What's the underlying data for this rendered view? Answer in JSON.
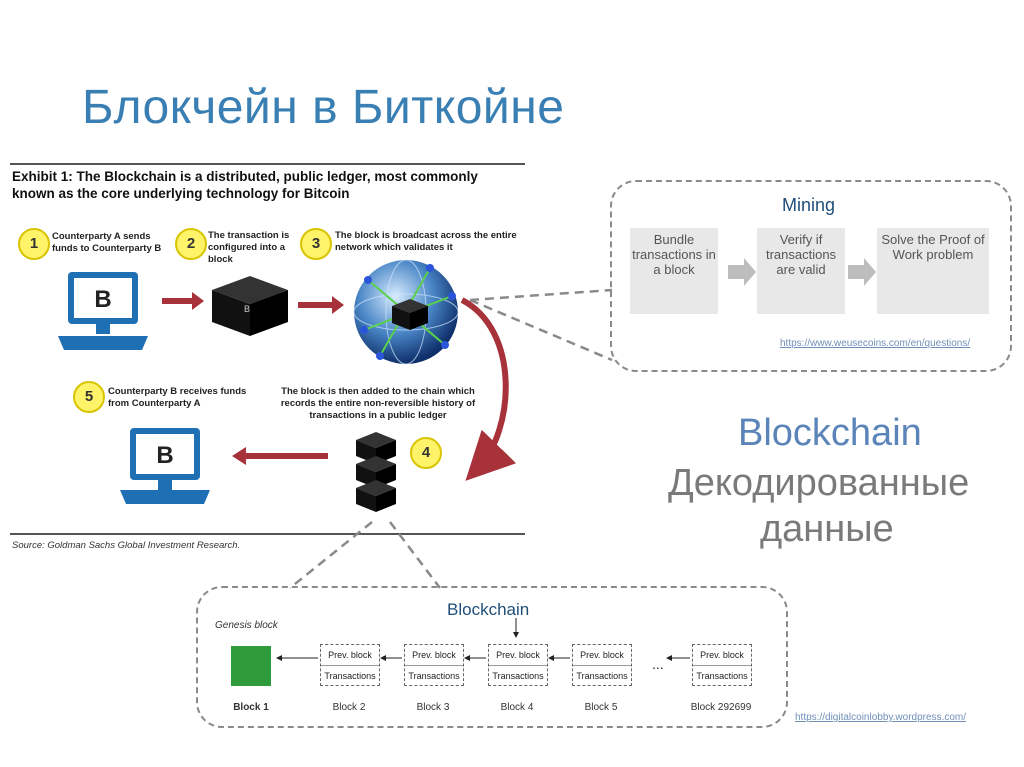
{
  "slide": {
    "title": "Блокчейн в Биткойне"
  },
  "exhibit": {
    "title": "Exhibit 1: The Blockchain is a distributed, public ledger, most commonly known as the core underlying technology for Bitcoin",
    "source": "Source: Goldman Sachs Global Investment Research.",
    "steps": [
      {
        "num": "1",
        "text": "Counterparty A sends funds to Counterparty B"
      },
      {
        "num": "2",
        "text": "The transaction is configured into a block"
      },
      {
        "num": "3",
        "text": "The block is broadcast across the entire network which validates it"
      },
      {
        "num": "4",
        "text": ""
      },
      {
        "num": "5",
        "text": "Counterparty B receives funds from Counterparty A"
      }
    ],
    "step4_text": "The block is then added to the chain which records the entire non-reversible history of transactions in a public ledger",
    "bitcoin_symbol": "B"
  },
  "mining": {
    "title": "Mining",
    "cards": [
      "Bundle transactions in a block",
      "Verify if transactions are valid",
      "Solve the Proof of Work problem"
    ],
    "url": "https://www.weusecoins.com/en/questions/"
  },
  "side": {
    "blockchain": "Blockchain",
    "decoded_line1": "Декодированные",
    "decoded_line2": "данные"
  },
  "chain": {
    "title": "Blockchain",
    "genesis": "Genesis block",
    "prev": "Prev. block",
    "tx": "Transactions",
    "ellipsis": "...",
    "blocks": [
      "Block 1",
      "Block 2",
      "Block 3",
      "Block 4",
      "Block 5",
      "Block 292699"
    ],
    "url": "https://digitalcoinlobby.wordpress.com/"
  },
  "colors": {
    "title_blue": "#3a7fb4",
    "arrow_red": "#a8323a",
    "badge_yellow": "#fff36a",
    "monitor_blue": "#1f6fb5",
    "genesis_green": "#2e9c3a"
  }
}
